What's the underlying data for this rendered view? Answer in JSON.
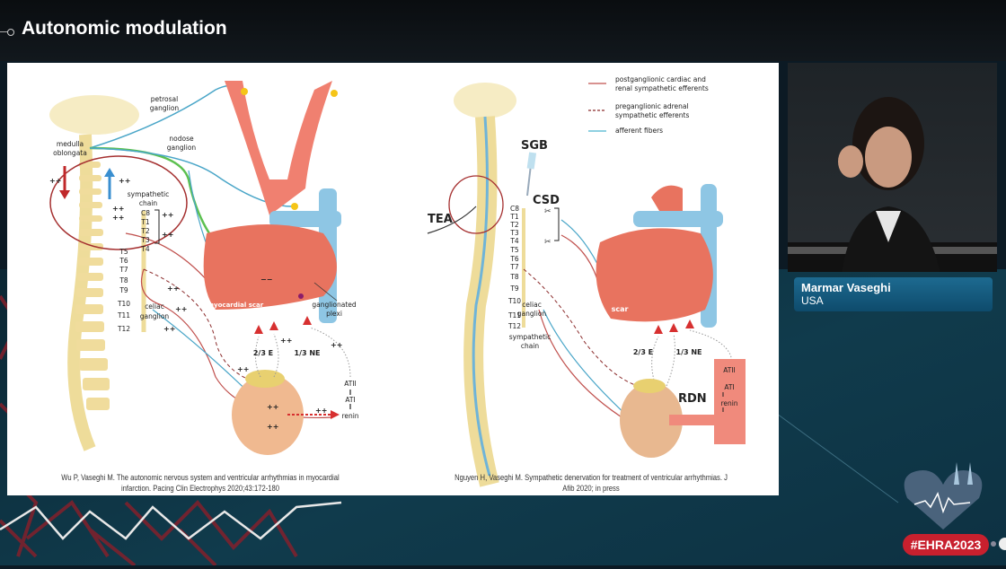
{
  "header": {
    "title": "Autonomic modulation"
  },
  "left_figure": {
    "labels": {
      "petrosal": [
        "petrosal",
        "ganglion"
      ],
      "nodose": [
        "nodose",
        "ganglion"
      ],
      "medulla": [
        "medulla",
        "oblongata"
      ],
      "sympathetic_chain": [
        "sympathetic",
        "chain"
      ],
      "celiac": [
        "celiac",
        "ganglion"
      ],
      "ganglionated_plexi": [
        "ganglionated",
        "plexi"
      ],
      "myocardial_scar": "myocardial scar",
      "minus": "−−",
      "e_fraction": "2/3 E",
      "ne_fraction": "1/3 NE",
      "atii": "ATII",
      "ati": "ATI",
      "renin": "renin",
      "plus": "++"
    },
    "vertebrae": [
      "C8",
      "T1",
      "T2",
      "T3",
      "T4",
      "T5",
      "T6",
      "T7",
      "T8",
      "T9",
      "T10",
      "T11",
      "T12"
    ],
    "citation": [
      "Wu P, Vaseghi M. The autonomic nervous system and ventricular arrhythmias in myocardial",
      "infarction. Pacing Clin Electrophys 2020;43:172-180"
    ]
  },
  "right_figure": {
    "legend": [
      {
        "label": [
          "postganglionic cardiac and",
          "renal sympathetic efferents"
        ],
        "style": "solid",
        "color": "#c0504d"
      },
      {
        "label": [
          "preganglionic adrenal",
          "sympathetic efferents"
        ],
        "style": "dashed",
        "color": "#8b2b2b"
      },
      {
        "label": [
          "afferent fibers"
        ],
        "style": "solid",
        "color": "#4bb3cf"
      }
    ],
    "labels": {
      "sgb": "SGB",
      "csd": "CSD",
      "tea": "TEA",
      "rdn": "RDN",
      "celiac": [
        "celiac",
        "ganglion"
      ],
      "sympathetic_chain": [
        "sympathetic",
        "chain"
      ],
      "scar": "scar",
      "e_fraction": "2/3 E",
      "ne_fraction": "1/3 NE",
      "atii": "ATII",
      "ati": "ATI",
      "renin": "renin"
    },
    "vertebrae": [
      "C8",
      "T1",
      "T2",
      "T3",
      "T4",
      "T5",
      "T6",
      "T7",
      "T8",
      "T9",
      "T10",
      "T11",
      "T12"
    ],
    "citation": [
      "Nguyen H, Vaseghi M. Sympathetic denervation for treatment of ventricular arrhythmias. J",
      "Afib 2020; in press"
    ]
  },
  "speaker": {
    "name": "Marmar Vaseghi",
    "country": "USA"
  },
  "event": {
    "hashtag": "#EHRA2023"
  },
  "colors": {
    "accent_red": "#c8202e",
    "nameplate_blue": "#155d80",
    "heart": "#e8735f",
    "vessel_blue": "#7fbcdc",
    "spine": "#eedc9a"
  }
}
